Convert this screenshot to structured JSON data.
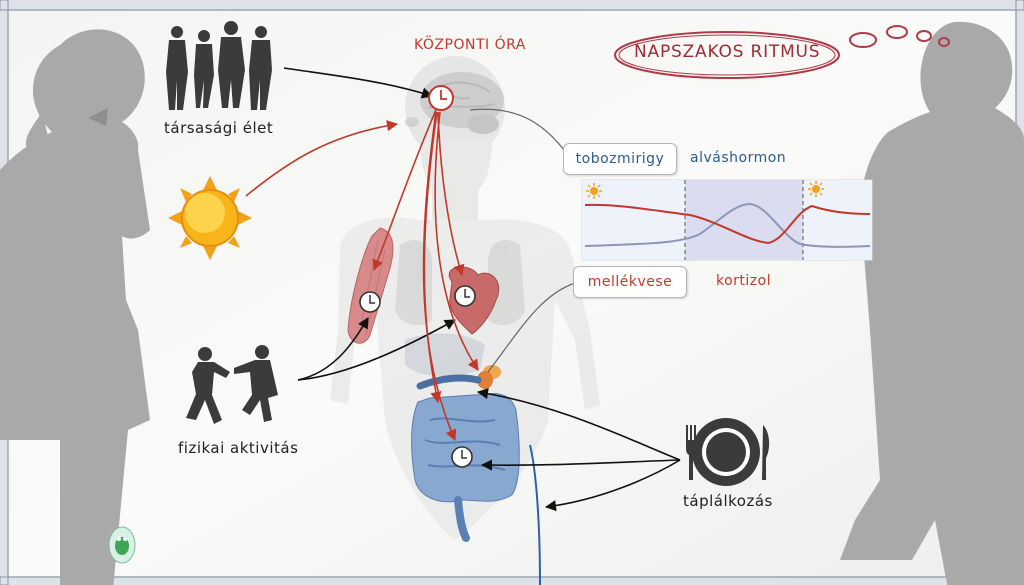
{
  "title": "NAPSZAKOS RITMUS",
  "central_clock": {
    "label": "KÖZPONTI ÓRA"
  },
  "factors": {
    "social": "társasági élet",
    "physical": "fizikai aktivitás",
    "eating": "táplálkozás"
  },
  "glands": {
    "pineal": {
      "label": "tobozmirigy",
      "hormone": "alváshormon"
    },
    "adrenal": {
      "label": "mellékvese",
      "hormone": "kortizol"
    }
  },
  "colors": {
    "accent_red": "#c0392b",
    "hormone_blue": "#2c5d8f",
    "silhouette": "#a9a9a9",
    "dark_figure": "#3b3b3b",
    "sun": "#f7b519",
    "organ_red": "#c96a6a",
    "intestine_blue": "#6f93c2",
    "night_band": "#dcdcf0",
    "day_band": "#eef3fb"
  },
  "icons": [
    "people-group-icon",
    "sun-icon",
    "dancers-icon",
    "plate-cutlery-icon",
    "clock-icon",
    "moon-icon",
    "thought-bubble-icon",
    "frog-logo-icon"
  ]
}
